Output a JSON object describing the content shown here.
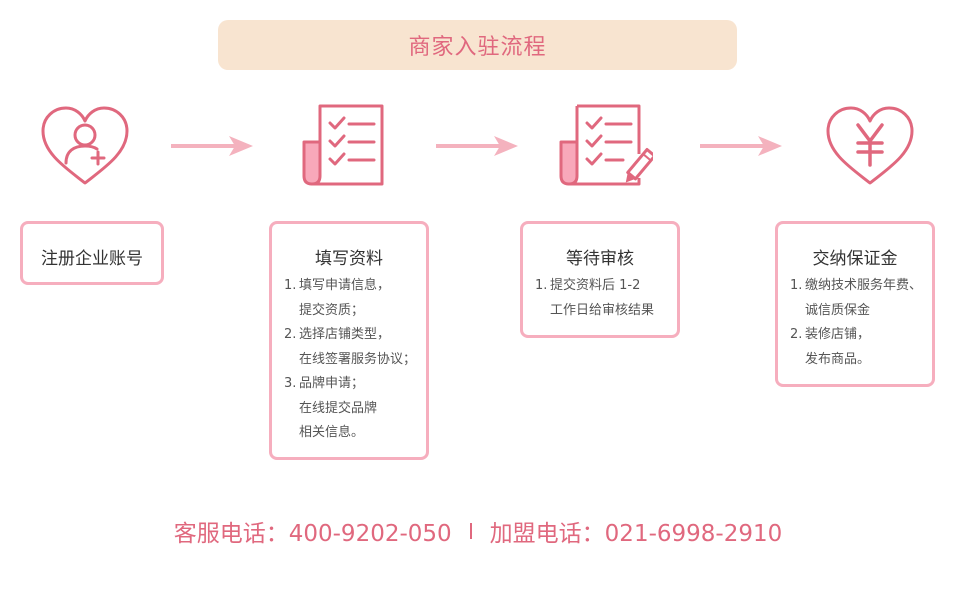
{
  "title": "商家入驻流程",
  "steps": [
    {
      "title": "注册企业账号",
      "icon": "heart-user-add-icon",
      "lines": []
    },
    {
      "title": "填写资料",
      "icon": "checklist-document-icon",
      "lines": [
        {
          "num": "1.",
          "text": "填写申请信息，"
        },
        {
          "num": "",
          "text": "提交资质；"
        },
        {
          "num": "2.",
          "text": "选择店铺类型，"
        },
        {
          "num": "",
          "text": "在线签署服务协议；"
        },
        {
          "num": "3.",
          "text": "品牌申请；"
        },
        {
          "num": "",
          "text": "在线提交品牌"
        },
        {
          "num": "",
          "text": "相关信息。"
        }
      ]
    },
    {
      "title": "等待审核",
      "icon": "checklist-document-pen-icon",
      "lines": [
        {
          "num": "1.",
          "text": "提交资料后 1-2"
        },
        {
          "num": "",
          "text": "工作日给审核结果"
        }
      ]
    },
    {
      "title": "交纳保证金",
      "icon": "heart-yen-icon",
      "lines": [
        {
          "num": "1.",
          "text": "缴纳技术服务年费、"
        },
        {
          "num": "",
          "text": "诚信质保金"
        },
        {
          "num": "2.",
          "text": "装修店铺，"
        },
        {
          "num": "",
          "text": "发布商品。"
        }
      ]
    }
  ],
  "contact": {
    "service": "客服电话：400-9202-050",
    "join": "加盟电话：021-6998-2910"
  },
  "colors": {
    "accent": "#e0687e",
    "border": "#f6aebe",
    "icon_fill": "#f8a8ba",
    "arrow": "#f4b2be",
    "title_bg": "#f8e4d0"
  }
}
